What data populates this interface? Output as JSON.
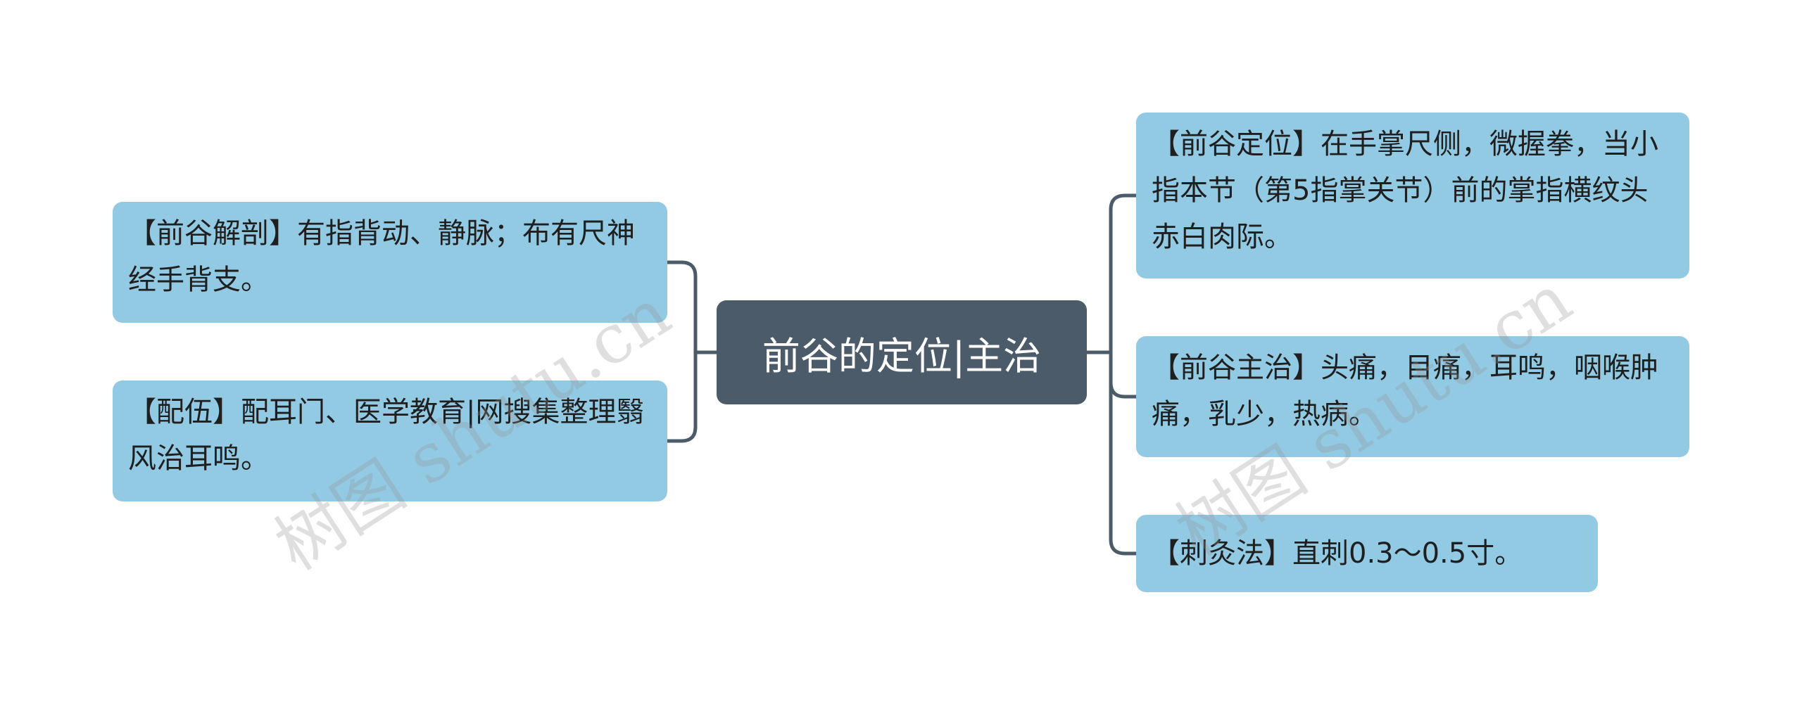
{
  "center": {
    "label": "前谷的定位|主治"
  },
  "left_branches": [
    {
      "text": "【前谷解剖】有指背动、静脉；布有尺神经手背支。"
    },
    {
      "text": "【配伍】配耳门、医学教育|网搜集整理翳风治耳鸣。"
    }
  ],
  "right_branches": [
    {
      "text": "【前谷定位】在手掌尺侧，微握拳，当小指本节（第5指掌关节）前的掌指横纹头赤白肉际。"
    },
    {
      "text": "【前谷主治】头痛，目痛，耳鸣，咽喉肿痛，乳少，热病。"
    },
    {
      "text": "【刺灸法】直刺0.3～0.5寸。"
    }
  ],
  "watermark": {
    "text": "树图 shutu.cn"
  },
  "colors": {
    "center_fill": "#4b5b69",
    "node_fill": "#92cae4",
    "connector": "#4b5b69"
  }
}
